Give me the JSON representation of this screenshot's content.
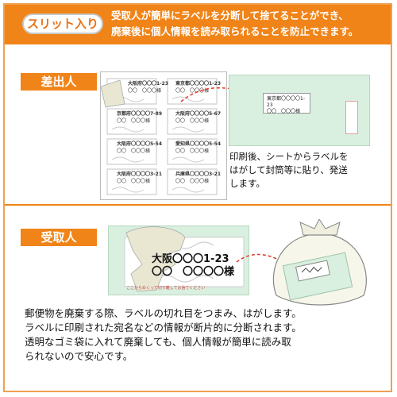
{
  "banner": {
    "badge": "スリット入り",
    "line1": "受取人が簡単にラベルを分断して捨てることができ、",
    "line2": "廃棄後に個人情報を読み取られることを防止できます。"
  },
  "sender": {
    "title": "差出人",
    "labels": [
      {
        "l1": "大阪府〇〇〇1-23",
        "l2": "〇〇　〇〇〇様"
      },
      {
        "l1": "東京都〇〇〇〇1-23",
        "l2": "〇〇　〇〇〇様"
      },
      {
        "l1": "京都府〇〇〇〇7-89",
        "l2": "〇〇　〇〇〇様"
      },
      {
        "l1": "大阪府〇〇〇〇5-67",
        "l2": "〇〇　〇〇〇様"
      },
      {
        "l1": "大阪府〇〇〇〇5-54",
        "l2": "〇〇　〇〇〇様"
      },
      {
        "l1": "愛知県〇〇〇〇5-54",
        "l2": "〇〇　〇〇〇様"
      },
      {
        "l1": "大阪府〇〇〇〇3-21",
        "l2": "〇〇　〇〇〇様"
      },
      {
        "l1": "兵庫県〇〇〇〇3-21",
        "l2": "〇〇　〇〇〇様"
      }
    ],
    "envelope_label": {
      "l1": "東京都〇〇〇〇1-23",
      "l2": "〇〇　〇〇〇様"
    },
    "desc_lines": [
      "印刷後、シートからラベルを",
      "はがして封筒等に貼り、発送",
      "します。"
    ]
  },
  "receiver": {
    "title": "受取人",
    "label_big_1": "大阪〇〇〇1-23",
    "label_big_2": "〇〇　〇〇〇〇様",
    "label_small": "ここからめくって切り離してお捨てください",
    "desc_lines": [
      "郵便物を廃棄する際、ラベルの切れ目をつまみ、はがします。",
      "ラベルに印刷された宛名などの情報が断片的に分断されます。",
      "透明なゴミ袋に入れて廃棄しても、個人情報が簡単に読み取",
      "られないので安心です。"
    ]
  },
  "colors": {
    "accent": "#f08418",
    "envelope": "#d9efdf",
    "arrow": "#e03a2a"
  }
}
